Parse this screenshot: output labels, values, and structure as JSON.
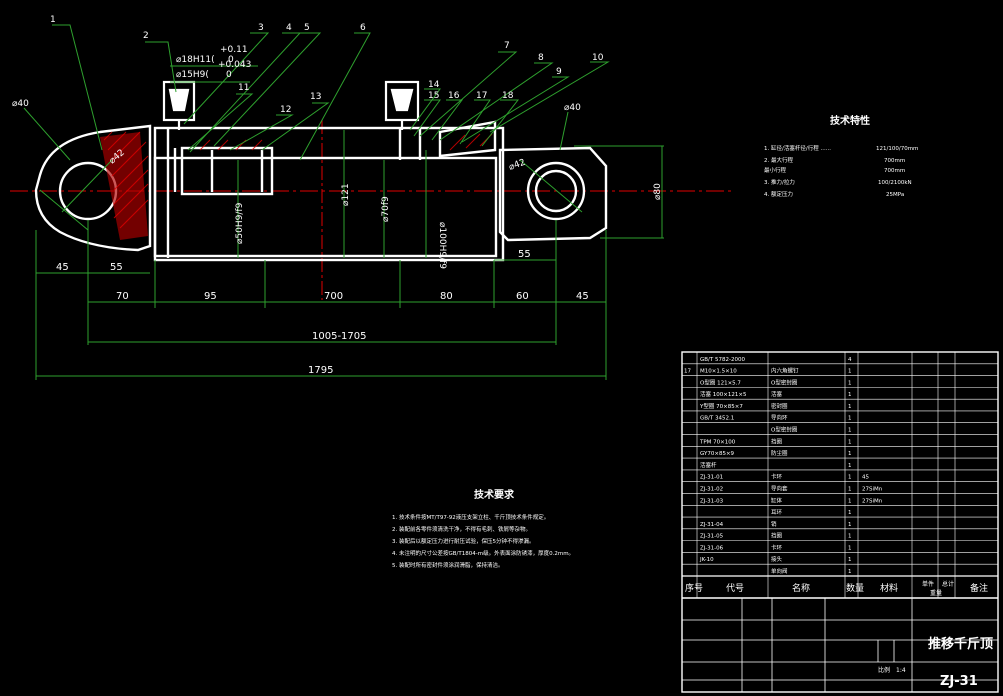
{
  "drawing": {
    "part_numbers": [
      "1",
      "2",
      "3",
      "4",
      "5",
      "6",
      "7",
      "8",
      "9",
      "10",
      "11",
      "12",
      "13",
      "14",
      "15",
      "16",
      "17",
      "18"
    ],
    "tolerances": {
      "bore1": "⌀18H11(",
      "bore1_upper": "+0.11",
      "bore1_lower": "0",
      "bore2": "⌀15H9(",
      "bore2_upper": "+0.043",
      "bore2_lower": "0"
    },
    "diameters": {
      "left_eye_outer": "⌀40",
      "left_eye_pin": "⌀42",
      "right_eye_outer": "⌀40",
      "right_eye_pin": "⌀42",
      "fit_left": "⌀50H9/f9",
      "bore": "⌀121",
      "rod": "⌀70f9",
      "fit_right": "⌀100H9/f9",
      "height": "⌀80"
    },
    "dims": {
      "d45_left": "45",
      "d55_left": "55",
      "d55_right": "55",
      "d70": "70",
      "d95": "95",
      "d700": "700",
      "d80": "80",
      "d60": "60",
      "d45_right": "45",
      "stroke_range": "1005-1705",
      "overall": "1795"
    }
  },
  "tech_specs": {
    "title": "技术特性",
    "items": [
      "1. 缸径/活塞杆径/行程 ......",
      "2. 最大行程",
      "   最小行程",
      "3. 推力/拉力",
      "4. 额定压力"
    ],
    "values": [
      "121/100/70mm",
      "700mm",
      "700mm",
      "100/2100kN",
      "25MPa"
    ]
  },
  "tech_requirements": {
    "title": "技术要求",
    "items": [
      "1. 技术条件按MT/T97-92液压支架立柱、千斤顶技术条件规定。",
      "2. 装配前各零件须清洗干净，不得有毛刺、铁屑等杂物。",
      "3. 装配后以额定压力进行耐压试验，保压5分钟不得渗漏。",
      "4. 未注明的尺寸公差按GB/T1804-m级。外表面涂防锈漆，厚度0.2mm。",
      "5. 装配时所有密封件须涂润滑脂，保持清洁。"
    ]
  },
  "bom": {
    "headers": [
      "序号",
      "代号",
      "名称",
      "数量",
      "材料",
      "单件",
      "总计",
      "备注"
    ],
    "weight_header": "重量",
    "rows": [
      [
        "",
        "GB/T 5782-2000",
        "",
        "4",
        "",
        ""
      ],
      [
        "17",
        "M10×1.5×10",
        "内六角螺钉",
        "1",
        "",
        ""
      ],
      [
        "",
        "O型圈 121×5.7",
        "O型密封圈",
        "1",
        "",
        ""
      ],
      [
        "",
        "活塞 100×121×5",
        "活塞",
        "1",
        "",
        ""
      ],
      [
        "",
        "Y型圈 70×85×7",
        "密封圈",
        "1",
        "",
        ""
      ],
      [
        "",
        "GB/T 3452.1",
        "导向环",
        "1",
        "",
        ""
      ],
      [
        "",
        "",
        "O型密封圈",
        "1",
        "",
        ""
      ],
      [
        "",
        "TPM 70×100",
        "挡圈",
        "1",
        "",
        ""
      ],
      [
        "",
        "GY70×85×9",
        "防尘圈",
        "1",
        "",
        ""
      ],
      [
        "",
        "活塞杆",
        "",
        "1",
        "",
        ""
      ],
      [
        "",
        "ZJ-31-01",
        "卡环",
        "1",
        "45",
        ""
      ],
      [
        "",
        "ZJ-31-02",
        "导向套",
        "1",
        "27SiMn",
        ""
      ],
      [
        "",
        "ZJ-31-03",
        "缸体",
        "1",
        "27SiMn",
        ""
      ],
      [
        "",
        "",
        "耳环",
        "1",
        "",
        ""
      ],
      [
        "",
        "ZJ-31-04",
        "销",
        "1",
        "",
        ""
      ],
      [
        "",
        "ZJ-31-05",
        "挡圈",
        "1",
        "",
        ""
      ],
      [
        "",
        "ZJ-31-06",
        "卡环",
        "1",
        "",
        ""
      ],
      [
        "",
        "JK-10",
        "接头",
        "1",
        "",
        ""
      ],
      [
        "",
        "",
        "单向阀",
        "1",
        "",
        ""
      ]
    ],
    "title": "推移千斤顶",
    "drawing_no": "ZJ-31",
    "scale_label": "比例",
    "scale_value": "1:4"
  }
}
